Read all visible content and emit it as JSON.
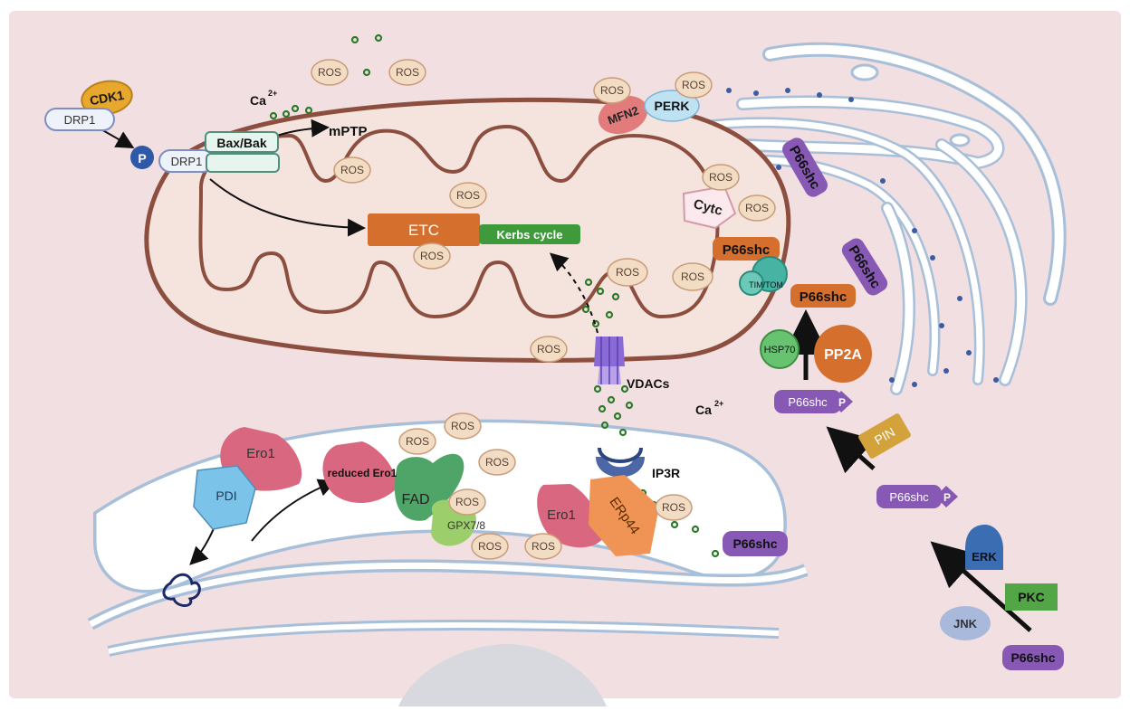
{
  "colors": {
    "background": "#f2dfe1",
    "membrane": "#8c4f3f",
    "matrix": "#f5e3de",
    "er_fill": "#ffffff",
    "er_line": "#a7bfd9",
    "ros_fill": "#f2dcc4",
    "p66_purple": "#8759b4",
    "etc_orange": "#d56f2d",
    "krebs_green": "#3f9a3c",
    "ero1_pink": "#d9677f",
    "calcium_green": "#2f7a2a"
  },
  "labels": {
    "cdk1": "CDK1",
    "drp1_cyto": "DRP1",
    "p": "P",
    "drp1_mito": "DRP1",
    "bax_bak": "Bax/Bak",
    "mptp": "mPTP",
    "ca_top": "Ca",
    "ca_bottom": "Ca",
    "ca_sup": "2+",
    "etc": "ETC",
    "krebs": "Kerbs cycle",
    "mfn2": "MFN2",
    "perk": "PERK",
    "cytc": "Cytc",
    "p66_mito": "P66shc",
    "tim_tom": "TIM/TOM",
    "p66_import": "P66shc",
    "p66_er1": "P66shc",
    "p66_er2": "P66shc",
    "hsp70": "HSP70",
    "pp2a": "PP2A",
    "p66_phos1": "P66shc",
    "p_phos1": "P",
    "pin": "PIN",
    "p66_phos2": "P66shc",
    "p_phos2": "P",
    "erk": "ERK",
    "pkc": "PKC",
    "jnk": "JNK",
    "p66_bottom": "P66shc",
    "vdacs": "VDACs",
    "ip3r": "IP3R",
    "ero1_left": "Ero1",
    "pdi": "PDI",
    "reduced_ero1": "reduced Ero1",
    "fad": "FAD",
    "gpx": "GPX7/8",
    "ero1_er": "Ero1",
    "erp44": "ERp44",
    "p66_erlumen": "P66shc",
    "ros": "ROS"
  }
}
